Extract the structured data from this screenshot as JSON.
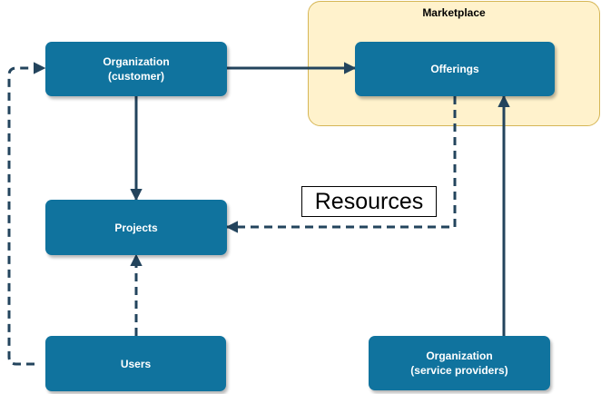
{
  "diagram": {
    "group": {
      "title": "Marketplace"
    },
    "nodes": {
      "org_customer": {
        "line1": "Organization",
        "line2": "(customer)"
      },
      "offerings": {
        "label": "Offerings"
      },
      "projects": {
        "label": "Projects"
      },
      "users": {
        "label": "Users"
      },
      "org_providers": {
        "line1": "Organization",
        "line2": "(service providers)"
      }
    },
    "edge_label": "Resources",
    "colors": {
      "node_fill": "#10739e",
      "node_text": "#ffffff",
      "edge": "#23445d",
      "group_fill": "#fff2cc",
      "group_border": "#d6b656"
    }
  }
}
